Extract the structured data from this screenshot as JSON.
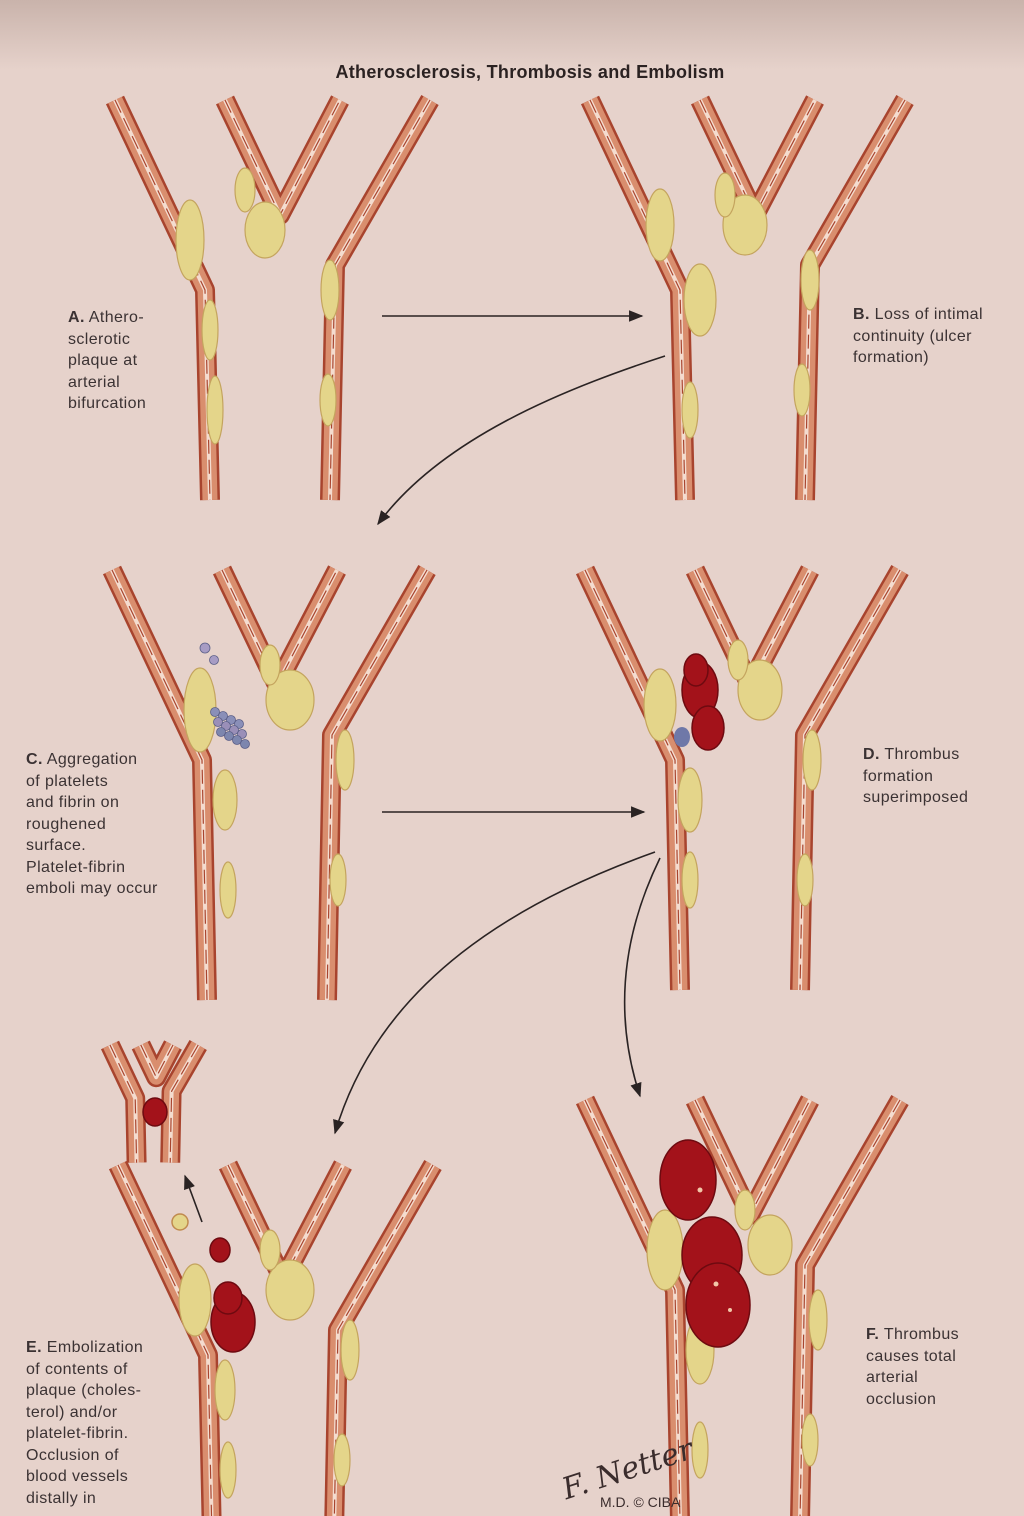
{
  "title": "Atherosclerosis, Thrombosis and Embolism",
  "panels": {
    "a": {
      "letter": "A.",
      "lines": [
        "Athero-",
        "sclerotic",
        "plaque at",
        "arterial",
        "bifurcation"
      ]
    },
    "b": {
      "letter": "B.",
      "lines": [
        "Loss of intimal",
        "continuity (ulcer",
        "formation)"
      ]
    },
    "c": {
      "letter": "C.",
      "lines": [
        "Aggregation",
        "of platelets",
        "and fibrin on",
        "roughened",
        "surface.",
        "Platelet-fibrin",
        "emboli may occur"
      ]
    },
    "d": {
      "letter": "D.",
      "lines": [
        "Thrombus",
        "formation",
        "superimposed"
      ]
    },
    "e": {
      "letter": "E.",
      "lines": [
        "Embolization",
        "of contents of",
        "plaque (choles-",
        "terol) and/or",
        "platelet-fibrin.",
        "Occlusion of",
        "blood vessels",
        "distally in"
      ]
    },
    "f": {
      "letter": "F.",
      "lines": [
        "Thrombus",
        "causes total",
        "arterial",
        "occlusion"
      ]
    }
  },
  "signature": {
    "name": "F. Netter",
    "suffix": "M.D.",
    "mark": "© CIBA"
  },
  "colors": {
    "background": "#e6d2cb",
    "vessel_wall": "#d98e6e",
    "wall_stripe": "#a8442e",
    "plaque": "#e4d58a",
    "thrombus": "#a3121a",
    "text": "#3b3233"
  }
}
